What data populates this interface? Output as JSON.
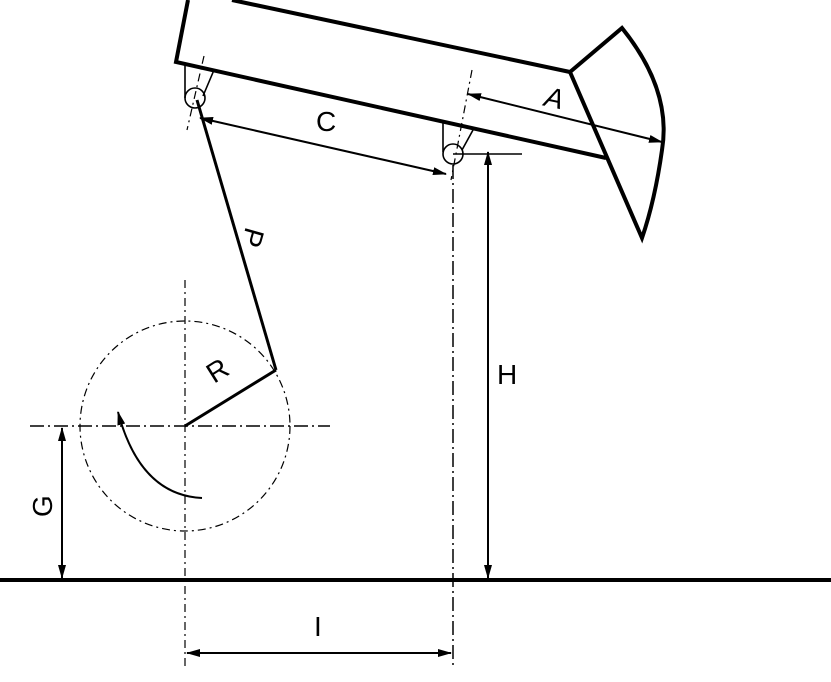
{
  "diagram": {
    "subject": "beam pumping unit geometry",
    "labels": {
      "A": "A",
      "C": "C",
      "P": "P",
      "R": "R",
      "H": "H",
      "G": "G",
      "I": "I"
    },
    "colors": {
      "stroke": "#000000",
      "background": "#ffffff"
    }
  }
}
